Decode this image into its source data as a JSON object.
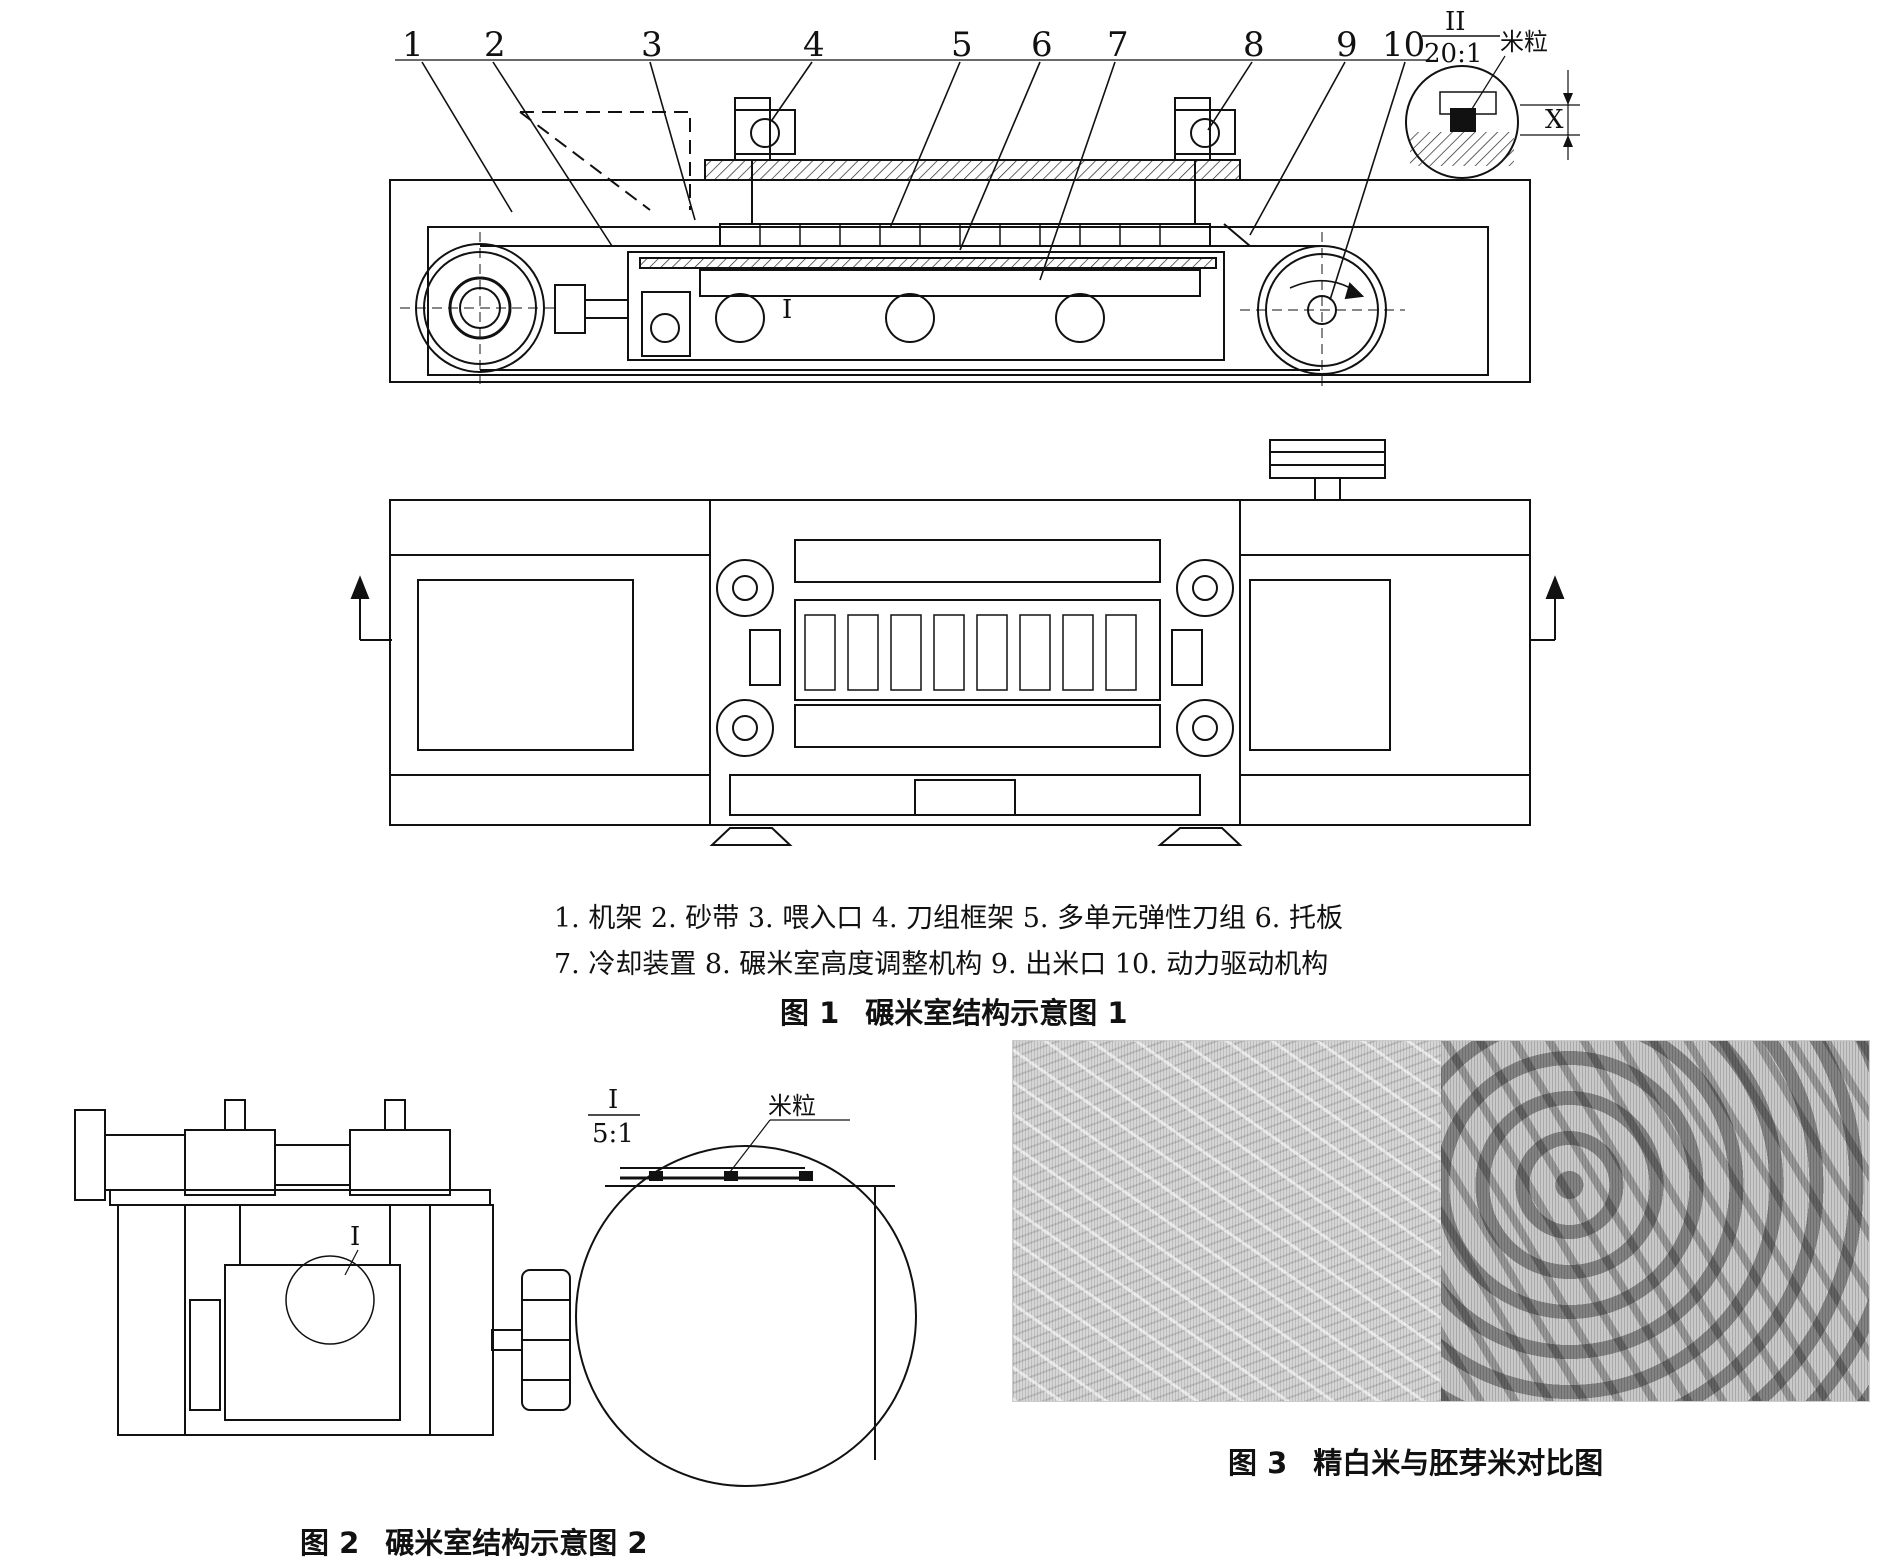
{
  "fig1": {
    "callouts": [
      "1",
      "2",
      "3",
      "4",
      "5",
      "6",
      "7",
      "8",
      "9",
      "10"
    ],
    "detail_ii": {
      "roman": "II",
      "scale": "20:1",
      "grain": "米粒",
      "dim": "X"
    },
    "section_mark": "I",
    "legend_line1": "1. 机架 2. 砂带 3. 喂入口 4. 刀组框架 5. 多单元弹性刀组 6. 托板",
    "legend_line2": "7. 冷却装置 8. 碾米室高度调整机构 9. 出米口 10. 动力驱动机构",
    "title_num": "图 1",
    "title_text": "碾米室结构示意图 1"
  },
  "fig2": {
    "section_mark": "I",
    "detail_i": {
      "roman": "I",
      "scale": "5:1",
      "grain": "米粒"
    },
    "title_num": "图 2",
    "title_text": "碾米室结构示意图 2"
  },
  "fig3": {
    "title_num": "图 3",
    "title_text": "精白米与胚芽米对比图"
  }
}
